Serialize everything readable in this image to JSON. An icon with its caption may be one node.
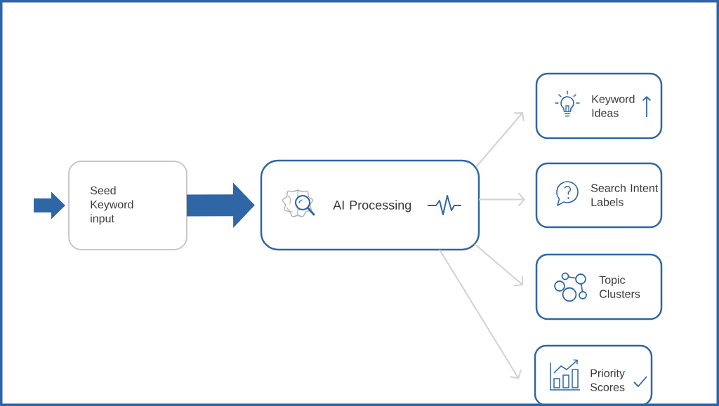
{
  "diagram": {
    "nodes": [
      {
        "text": [
          "Seed Keyword input"
        ]
      },
      {
        "text": [
          "AI Processing"
        ]
      },
      {
        "text": [
          "Keyword Ideas"
        ]
      },
      {
        "text": [
          "Search Intent Labels"
        ]
      },
      {
        "text": [
          "Topic Clusters"
        ]
      },
      {
        "text": [
          "Priority Scores"
        ]
      }
    ],
    "edges": [
      {
        "from": null,
        "to": 0,
        "arrow": "to",
        "style": "thick",
        "color": "#2f66a6"
      },
      {
        "from": 0,
        "to": 1,
        "arrow": "to",
        "style": "thick",
        "color": "#2f66a6"
      },
      {
        "from": 1,
        "to": 2,
        "arrow": "to"
      },
      {
        "from": 1,
        "to": 3,
        "arrow": "to"
      },
      {
        "from": 1,
        "to": 4,
        "arrow": "to"
      },
      {
        "from": 1,
        "to": 5,
        "arrow": "to"
      }
    ]
  }
}
